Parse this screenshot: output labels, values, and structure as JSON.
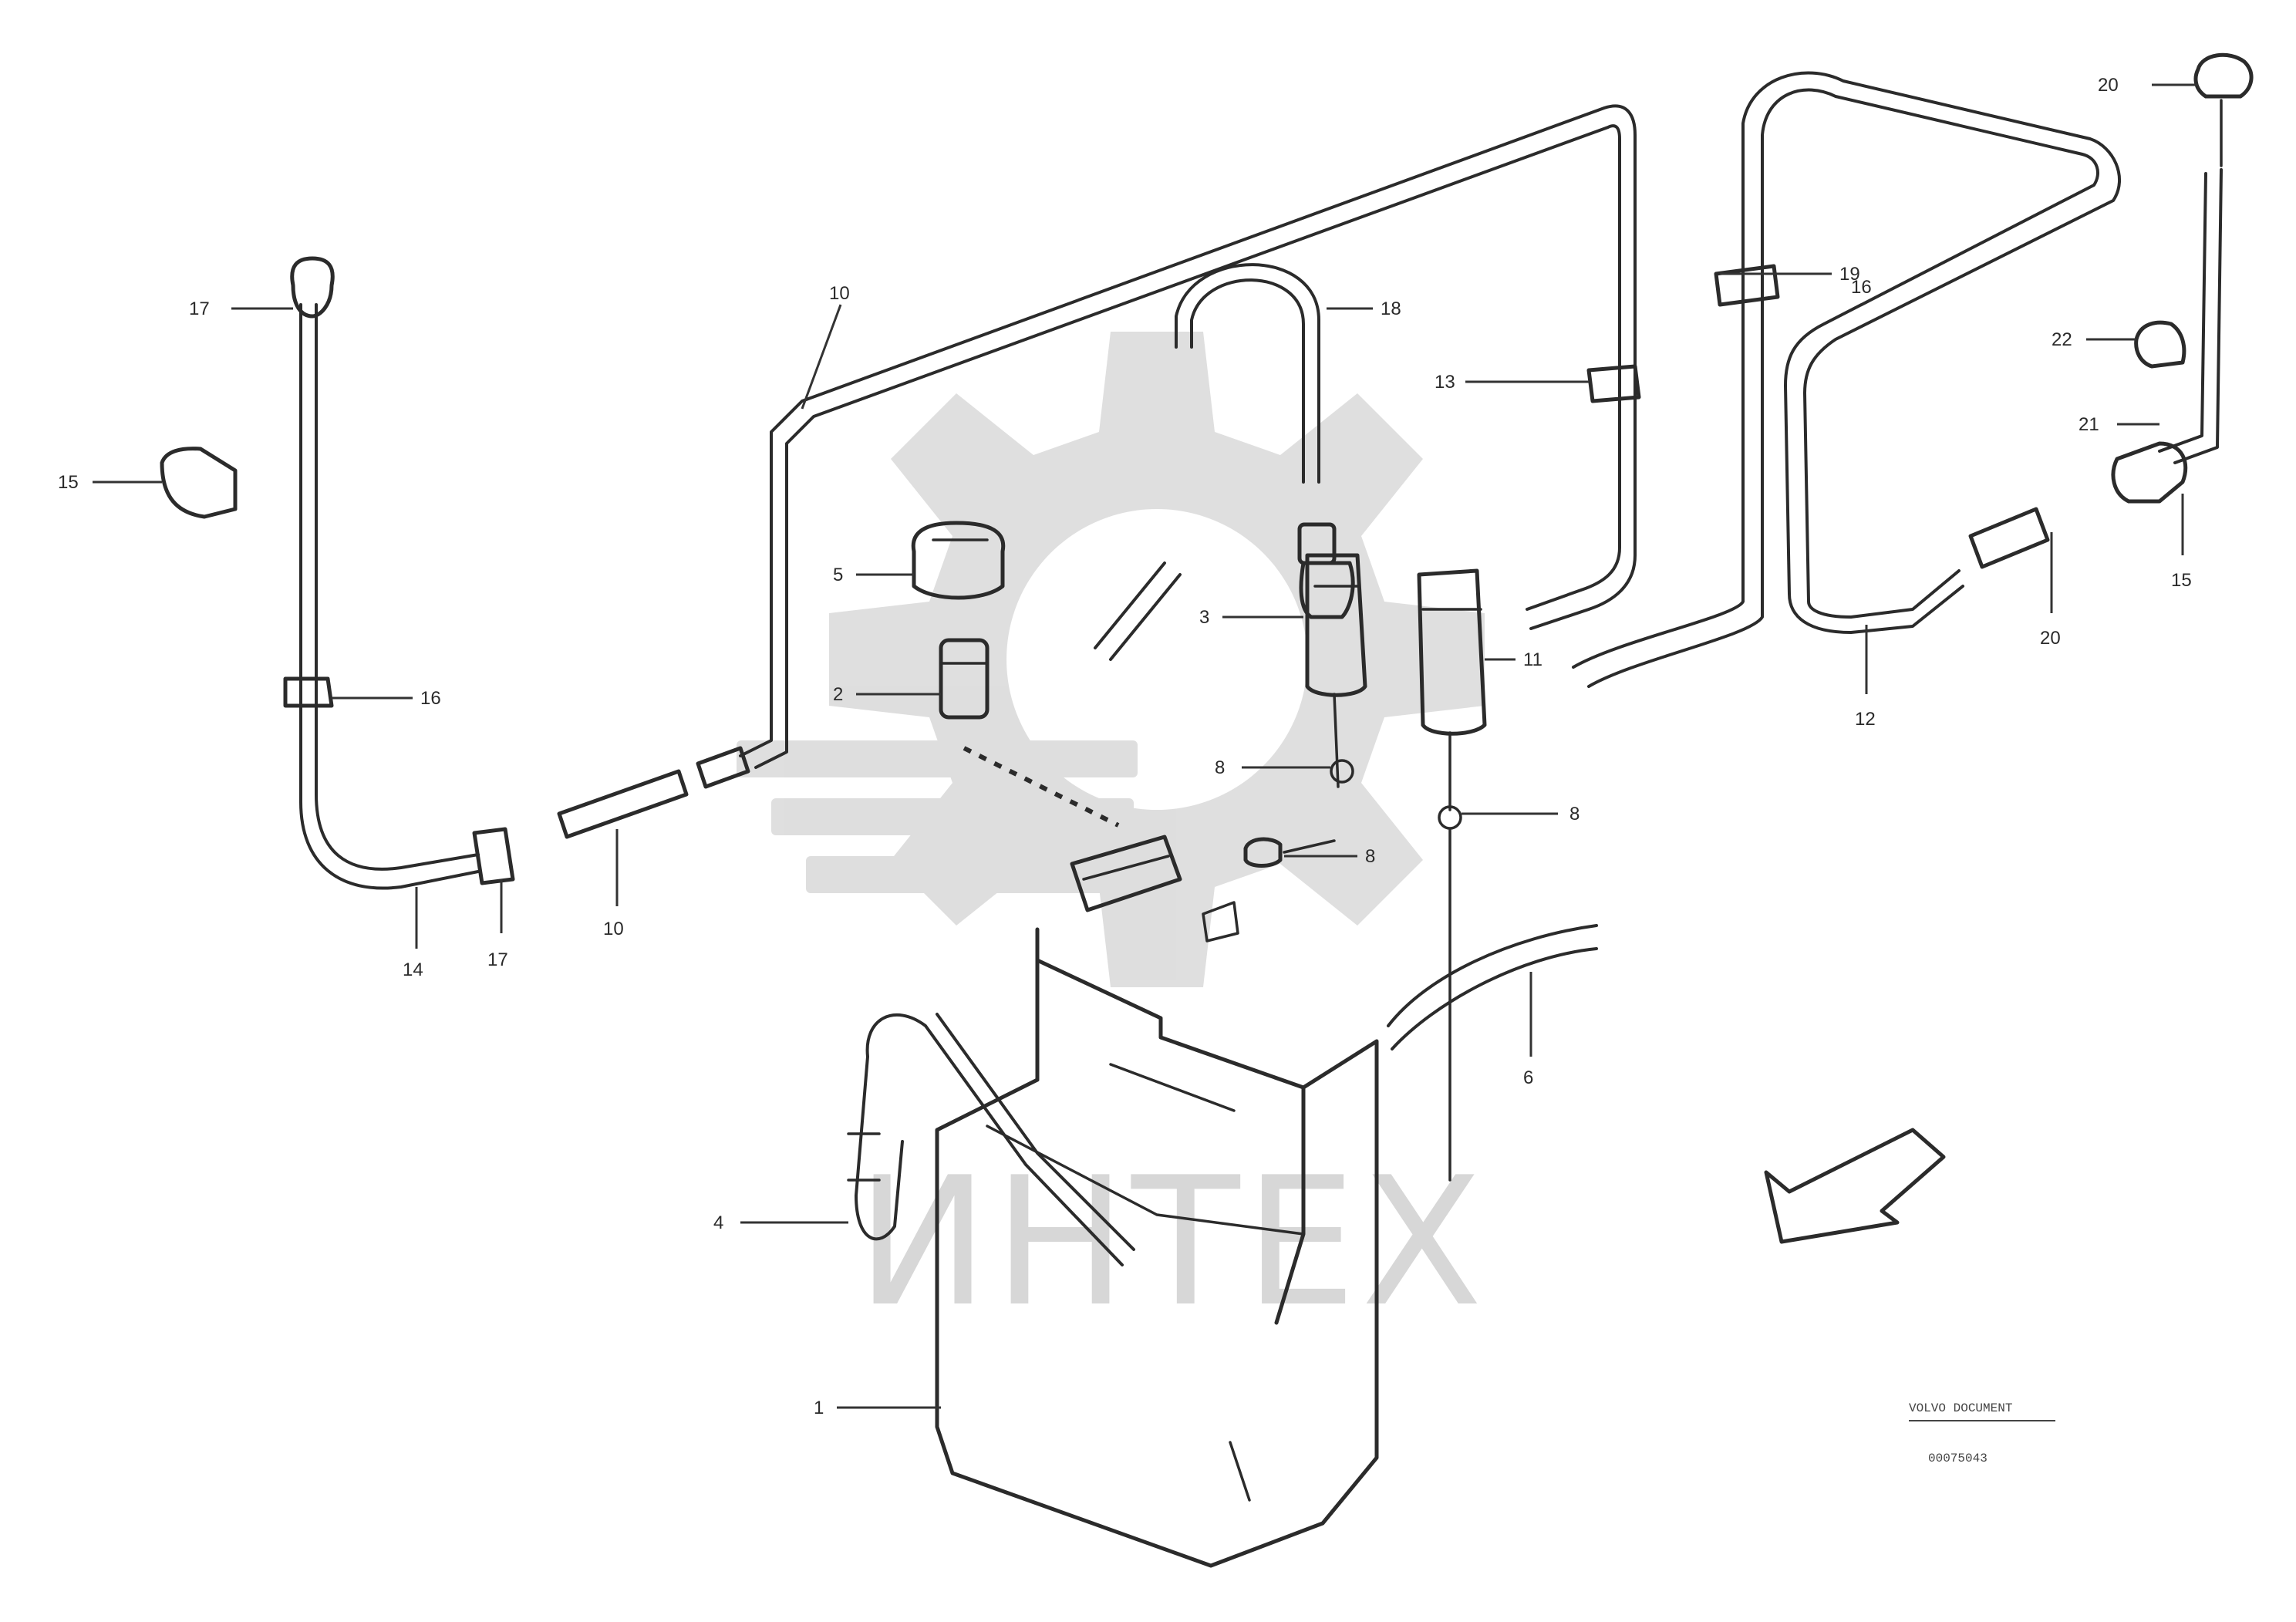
{
  "watermark": {
    "text": "ИНТЕХ",
    "icon": "gear-logo-icon"
  },
  "callouts": [
    {
      "id": "c17",
      "text": "17"
    },
    {
      "id": "c15a",
      "text": "15"
    },
    {
      "id": "c16a",
      "text": "16"
    },
    {
      "id": "c14",
      "text": "14"
    },
    {
      "id": "c17b",
      "text": "17"
    },
    {
      "id": "c10",
      "text": "10"
    },
    {
      "id": "c5",
      "text": "5"
    },
    {
      "id": "c2",
      "text": "2"
    },
    {
      "id": "c18",
      "text": "18"
    },
    {
      "id": "c10b",
      "text": "10"
    },
    {
      "id": "c13",
      "text": "13"
    },
    {
      "id": "c19",
      "text": "19"
    },
    {
      "id": "c3",
      "text": "3"
    },
    {
      "id": "c8a",
      "text": "8"
    },
    {
      "id": "c8b",
      "text": "8"
    },
    {
      "id": "c8c",
      "text": "8"
    },
    {
      "id": "c11",
      "text": "11"
    },
    {
      "id": "c6",
      "text": "6"
    },
    {
      "id": "c4",
      "text": "4"
    },
    {
      "id": "c1",
      "text": "1"
    },
    {
      "id": "c16b",
      "text": "16"
    },
    {
      "id": "c20",
      "text": "20"
    },
    {
      "id": "c22",
      "text": "22"
    },
    {
      "id": "c21",
      "text": "21"
    },
    {
      "id": "c15b",
      "text": "15"
    },
    {
      "id": "c20b",
      "text": "20"
    },
    {
      "id": "c12",
      "text": "12"
    }
  ],
  "reference": {
    "line1": "VOLVO DOCUMENT",
    "line2": "00075043"
  }
}
